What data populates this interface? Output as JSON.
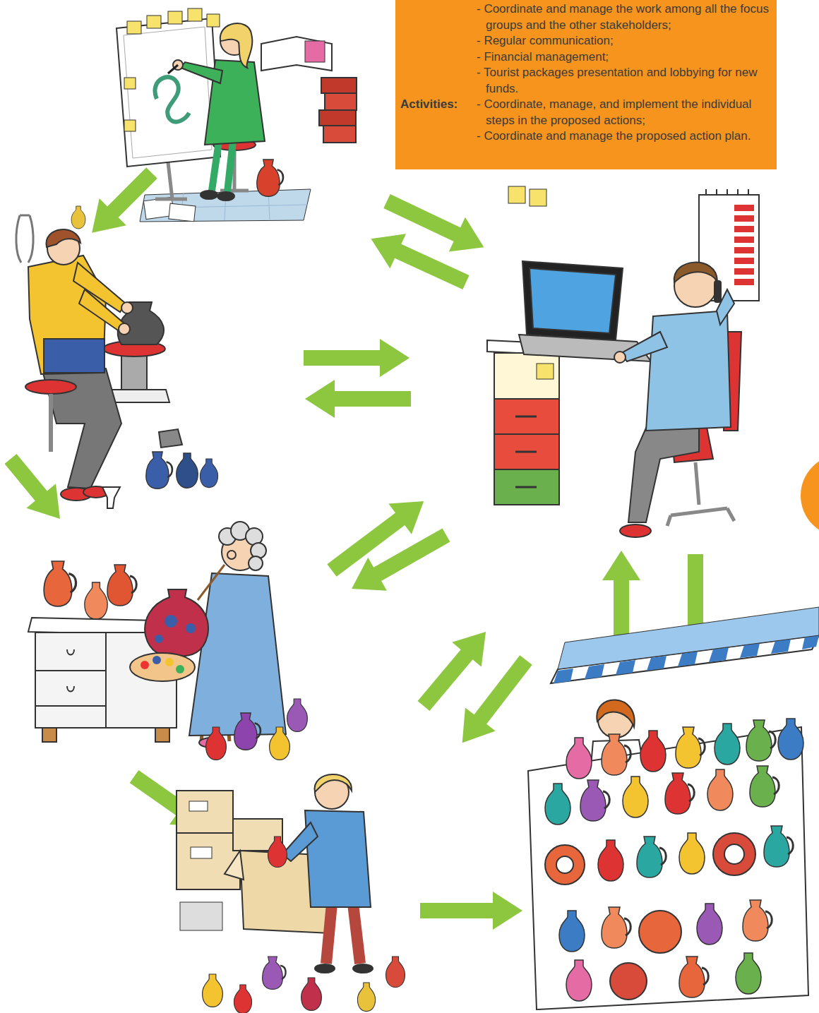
{
  "diagram": {
    "nodes": [
      {
        "text": [
          "- Coordinate and manage the work among all the focus groups and the other stakeholders;",
          "- Regular communication;",
          "- Financial management;",
          "- Tourist packages presentation and lobbying for new funds.",
          "Activities:",
          "- Coordinate, manage, and implement the individual steps in the proposed actions;",
          "- Coordinate and manage the proposed action plan."
        ]
      }
    ]
  }
}
